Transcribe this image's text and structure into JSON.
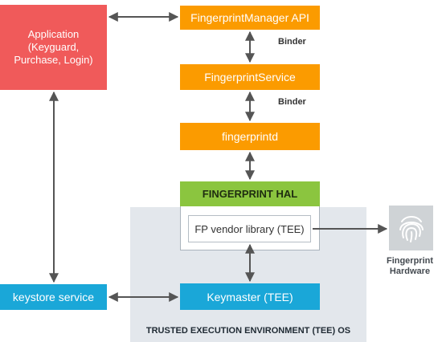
{
  "nodes": {
    "application": "Application\n(Keyguard,\nPurchase, Login)",
    "fingerprint_manager_api": "FingerprintManager API",
    "fingerprint_service": "FingerprintService",
    "fingerprintd": "fingerprintd",
    "fingerprint_hal": "FINGERPRINT HAL",
    "fp_vendor_library": "FP vendor library (TEE)",
    "keymaster": "Keymaster (TEE)",
    "keystore_service": "keystore service",
    "fingerprint_hardware": "Fingerprint\nHardware"
  },
  "labels": {
    "binder_1": "Binder",
    "binder_2": "Binder",
    "tee_os": "TRUSTED EXECUTION ENVIRONMENT (TEE) OS"
  },
  "colors": {
    "application": "#f05a5a",
    "framework": "#fb9b00",
    "hal": "#8bc53f",
    "keystore": "#1aa7d8",
    "tee_background": "#e3e7ec",
    "arrow": "#555555"
  },
  "icons": {
    "hardware": "fingerprint-icon"
  }
}
